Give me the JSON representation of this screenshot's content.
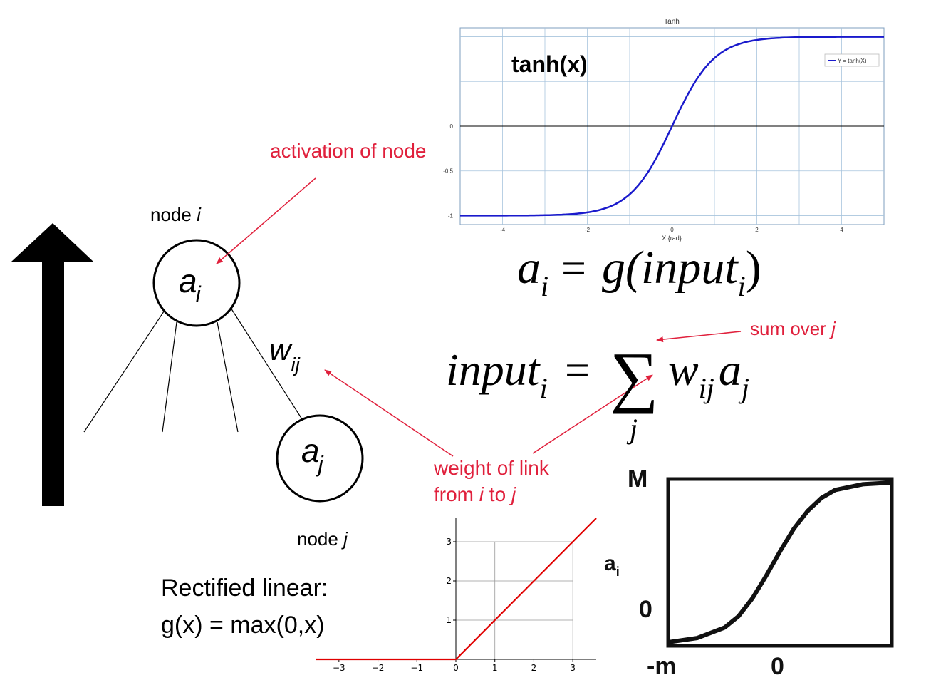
{
  "colors": {
    "annotation": "#e0203c",
    "tanh_curve": "#1a1acc",
    "relu_curve": "#e00000",
    "grid": "#a8c4dd",
    "ink": "#000000"
  },
  "network": {
    "node_i_caption": "node ",
    "node_i_index": "i",
    "node_j_caption": "node ",
    "node_j_index": "j",
    "node_i_symbol": "a",
    "node_i_sub": "i",
    "node_j_symbol": "a",
    "node_j_sub": "j",
    "weight_symbol": "w",
    "weight_sub": "ij",
    "direction_icon": "up-arrow-icon"
  },
  "annotations": {
    "activation": "activation of node",
    "sum_over": "sum over ",
    "sum_over_index": "j",
    "weight_line1": "weight of link",
    "weight_line2_a": "from ",
    "weight_line2_i": "i",
    "weight_line2_b": " to  ",
    "weight_line2_j": "j"
  },
  "equations": {
    "activation_lhs": "a",
    "activation_lhs_sub": "i",
    "equals": "=",
    "activation_rhs_fn": "g(",
    "activation_rhs_arg": "input",
    "activation_rhs_sub": "i",
    "activation_rhs_close": ")",
    "input_lhs": "input",
    "input_lhs_sub": "i",
    "sigma": "∑",
    "sigma_sub": "j",
    "term_w": "w",
    "term_w_sub": "ij",
    "term_a": "a",
    "term_a_sub": "j"
  },
  "relu_text": {
    "line1": "Rectified linear:",
    "line2": "g(x) = max(0,x)"
  },
  "chart_data": [
    {
      "type": "line",
      "title": "Tanh",
      "inset_label": "tanh(x)",
      "xlabel": "X {rad}",
      "ylabel": "",
      "xlim": [
        -5,
        5
      ],
      "ylim": [
        -1.1,
        1.1
      ],
      "xticks": [
        -4,
        -2,
        0,
        2,
        4
      ],
      "xtick_labels": [
        "-4",
        "-2",
        "0",
        "2",
        "4"
      ],
      "yticks": [
        0,
        -0.5,
        -1
      ],
      "ytick_labels": [
        "0",
        "-0,5",
        "-1"
      ],
      "grid": true,
      "legend": "top-right",
      "series": [
        {
          "name": "Y = tanh(X)",
          "x": [
            -5,
            -4,
            -3,
            -2.5,
            -2,
            -1.5,
            -1,
            -0.5,
            0,
            0.5,
            1,
            1.5,
            2,
            2.5,
            3,
            4,
            5
          ],
          "y": [
            -1.0,
            -0.999,
            -0.995,
            -0.987,
            -0.964,
            -0.905,
            -0.762,
            -0.462,
            0,
            0.462,
            0.762,
            0.905,
            0.964,
            0.987,
            0.995,
            0.999,
            1.0
          ]
        }
      ]
    },
    {
      "type": "line",
      "title": "",
      "xlabel": "",
      "ylabel": "",
      "xlim": [
        -3.6,
        3.6
      ],
      "ylim": [
        0,
        3.6
      ],
      "xticks": [
        -3,
        -2,
        -1,
        0,
        1,
        2,
        3
      ],
      "xtick_labels": [
        "−3",
        "−2",
        "−1",
        "0",
        "1",
        "2",
        "3"
      ],
      "yticks": [
        1,
        2,
        3
      ],
      "ytick_labels": [
        "1",
        "2",
        "3"
      ],
      "grid": true,
      "series": [
        {
          "x": [
            -3.6,
            0,
            3.6
          ],
          "y": [
            0,
            0,
            3.6
          ]
        }
      ]
    },
    {
      "type": "line",
      "title": "",
      "ylabel": "a",
      "ylabel_sub": "i",
      "ytick_labels": [
        "M",
        "0",
        "-m"
      ],
      "xtick_labels": [
        "0"
      ],
      "grid": false,
      "series": [
        {
          "x": [
            -4,
            -3,
            -2,
            -1.5,
            -1,
            -0.5,
            0,
            0.5,
            1,
            1.5,
            2,
            3,
            4
          ],
          "y": [
            -0.98,
            -0.93,
            -0.8,
            -0.66,
            -0.44,
            -0.16,
            0.14,
            0.42,
            0.64,
            0.8,
            0.9,
            0.97,
            0.99
          ]
        }
      ]
    }
  ]
}
